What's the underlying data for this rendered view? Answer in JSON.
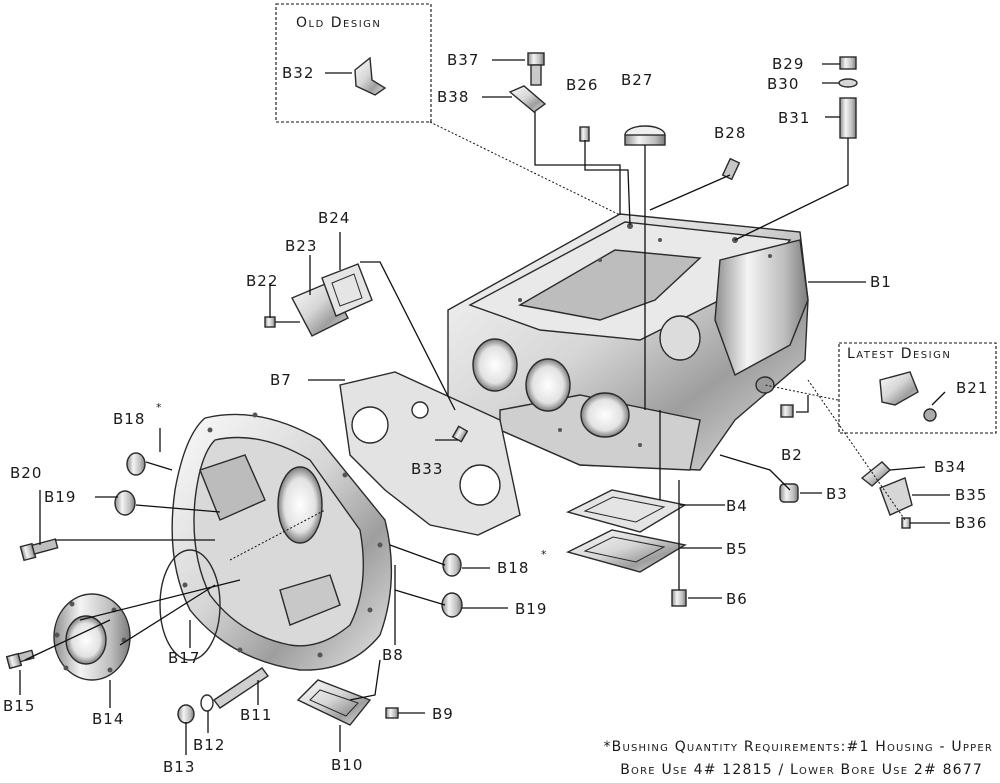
{
  "boxes": {
    "old_design": "Old Design",
    "latest_design": "Latest Design"
  },
  "labels": {
    "B1": "B1",
    "B2": "B2",
    "B3": "B3",
    "B4": "B4",
    "B5": "B5",
    "B6": "B6",
    "B7": "B7",
    "B8": "B8",
    "B9": "B9",
    "B10": "B10",
    "B11": "B11",
    "B12": "B12",
    "B13": "B13",
    "B14": "B14",
    "B15": "B15",
    "B17": "B17",
    "B18_top": "B18",
    "B18_right": "B18",
    "B19_left": "B19",
    "B19_right": "B19",
    "B20": "B20",
    "B21": "B21",
    "B22": "B22",
    "B23": "B23",
    "B24": "B24",
    "B26": "B26",
    "B27": "B27",
    "B28": "B28",
    "B29": "B29",
    "B30": "B30",
    "B31": "B31",
    "B32": "B32",
    "B33": "B33",
    "B34": "B34",
    "B35": "B35",
    "B36": "B36",
    "B37": "B37",
    "B38": "B38"
  },
  "asterisk": "*",
  "note": {
    "line1": "*Bushing Quantity Requirements:#1 Housing - Upper",
    "line2": "Bore Use 4# 12815 / Lower Bore Use 2# 8677"
  },
  "colors": {
    "metal_light": "#f2f2f2",
    "metal_mid": "#c9c9c9",
    "metal_dark": "#8a8a8a",
    "ink": "#1a1a1a"
  }
}
